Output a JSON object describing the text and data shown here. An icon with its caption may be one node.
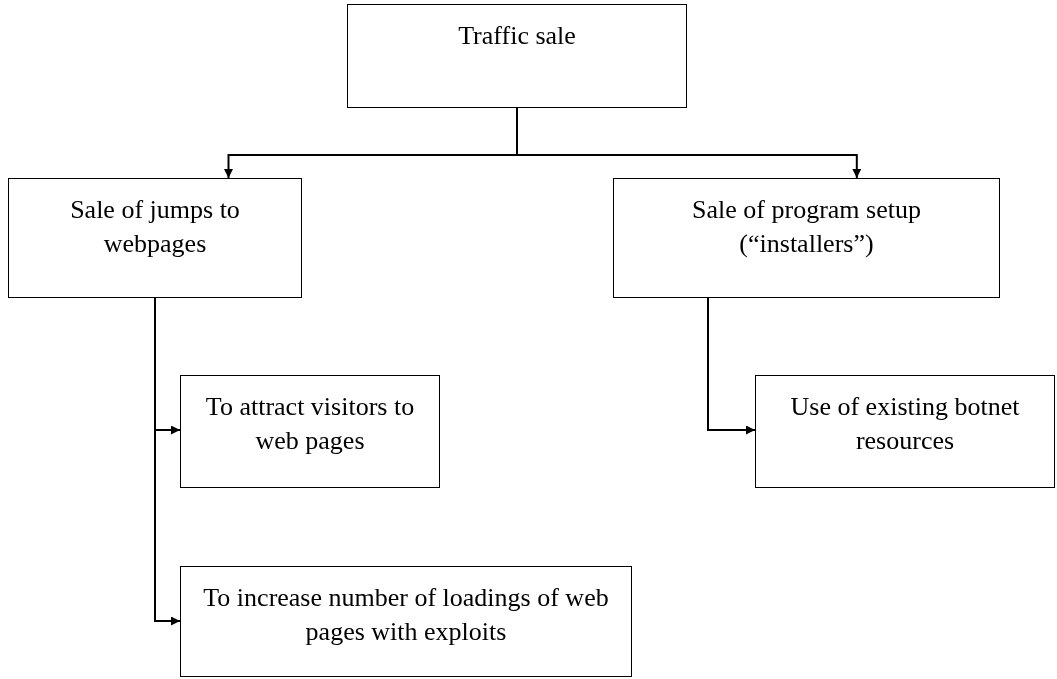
{
  "diagram": {
    "nodes": [
      {
        "text": [
          "Traffic sale"
        ]
      },
      {
        "text": [
          "Sale of jumps to webpages"
        ]
      },
      {
        "text": [
          "Sale of program setup (“installers”)"
        ]
      },
      {
        "text": [
          "To attract visitors to web pages"
        ]
      },
      {
        "text": [
          "Use of existing botnet resources"
        ]
      },
      {
        "text": [
          "To increase number of loadings of web pages with exploits"
        ]
      }
    ],
    "edges": [
      {
        "from": 0,
        "to": 1,
        "arrow": "to"
      },
      {
        "from": 0,
        "to": 2,
        "arrow": "to"
      },
      {
        "from": 1,
        "to": 3,
        "arrow": "to"
      },
      {
        "from": 1,
        "to": 5,
        "arrow": "to"
      },
      {
        "from": 2,
        "to": 4,
        "arrow": "to"
      }
    ]
  }
}
